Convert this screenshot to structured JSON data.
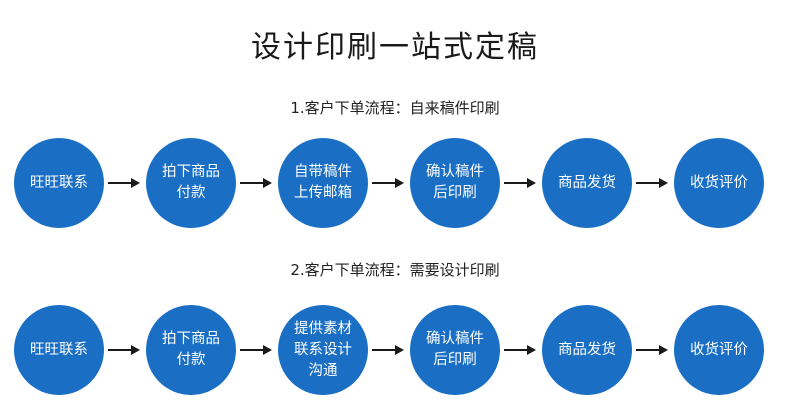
{
  "title": "设计印刷一站式定稿",
  "colors": {
    "node_fill": "#1a6fc4",
    "arrow": "#1a1a1a",
    "text": "#222222"
  },
  "flows": [
    {
      "heading": "1.客户下单流程：自来稿件印刷",
      "steps": [
        "旺旺联系",
        "拍下商品付款",
        "自带稿件上传邮箱",
        "确认稿件后印刷",
        "商品发货",
        "收货评价"
      ]
    },
    {
      "heading": "2.客户下单流程：需要设计印刷",
      "steps": [
        "旺旺联系",
        "拍下商品付款",
        "提供素材联系设计沟通",
        "确认稿件后印刷",
        "商品发货",
        "收货评价"
      ]
    }
  ]
}
